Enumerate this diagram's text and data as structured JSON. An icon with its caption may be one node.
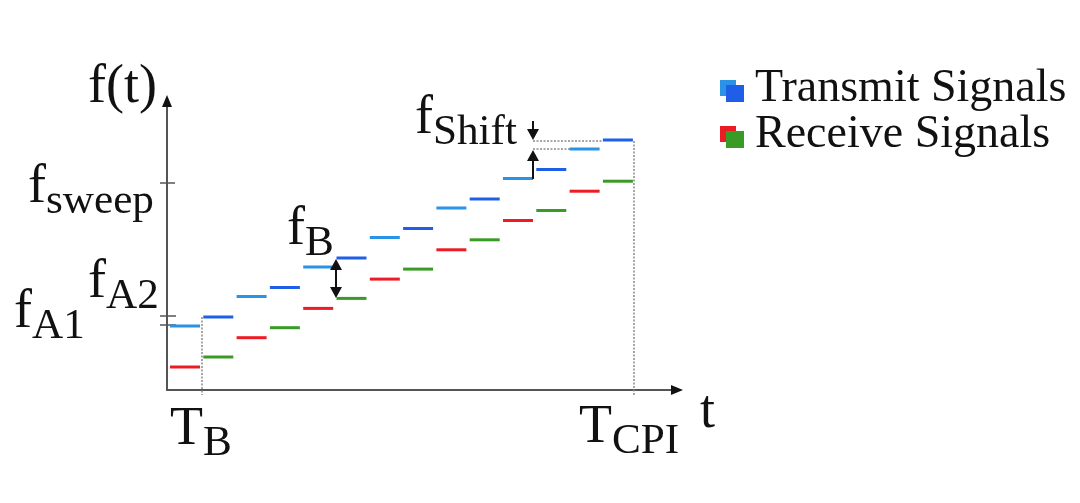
{
  "diagram": {
    "labels": [
      "f(t)",
      "f$_{Shift}$",
      "f$_{sweep}$",
      "f$_{B}$",
      "f$_{A2}$",
      "f$_{A1}$",
      "T$_{B}$",
      "T$_{CPI}$",
      "t"
    ],
    "legend": [
      {
        "text": "Transmit Signals",
        "color": "#1f5fe8"
      },
      {
        "text": "Receive Signals",
        "color": "#3a9a26"
      }
    ]
  }
}
